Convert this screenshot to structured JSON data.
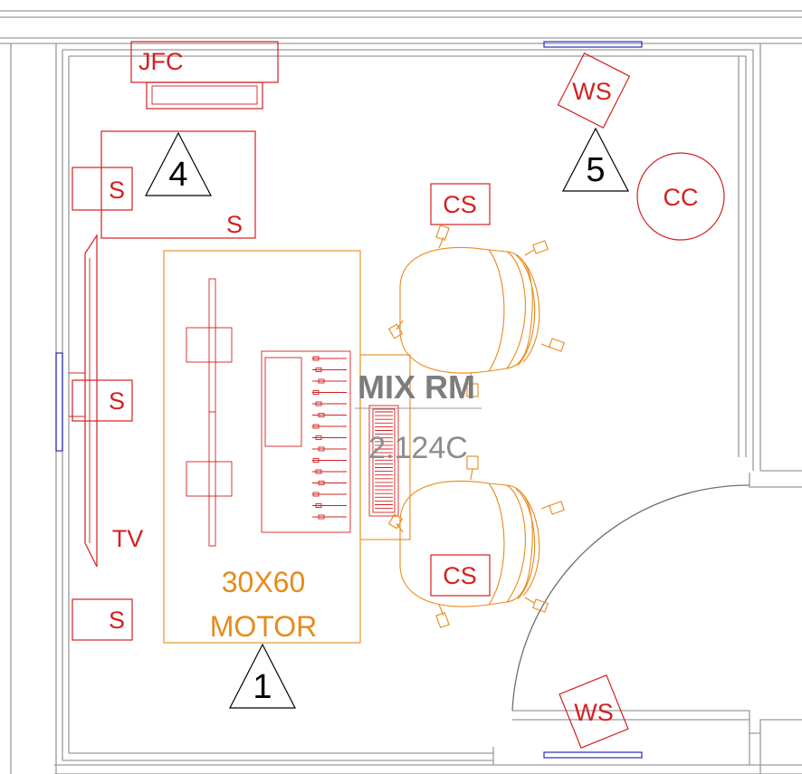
{
  "room": {
    "name": "MIX RM",
    "number": "2.124C"
  },
  "desk": {
    "size": "30X60",
    "type": "MOTOR"
  },
  "tags": {
    "t1": "1",
    "t4": "4",
    "t5": "5"
  },
  "labels": {
    "jfc": "JFC",
    "ws_top": "WS",
    "ws_bottom": "WS",
    "cc": "CC",
    "cs_top": "CS",
    "cs_bottom": "CS",
    "s_upper_left": "S",
    "s_upper_right": "S",
    "s_middle": "S",
    "s_lower": "S",
    "tv": "TV"
  },
  "colors": {
    "equipment": "#d42020",
    "furniture": "#e88a1a",
    "window": "#2b2bb8",
    "wall": "#9a9a9a"
  }
}
